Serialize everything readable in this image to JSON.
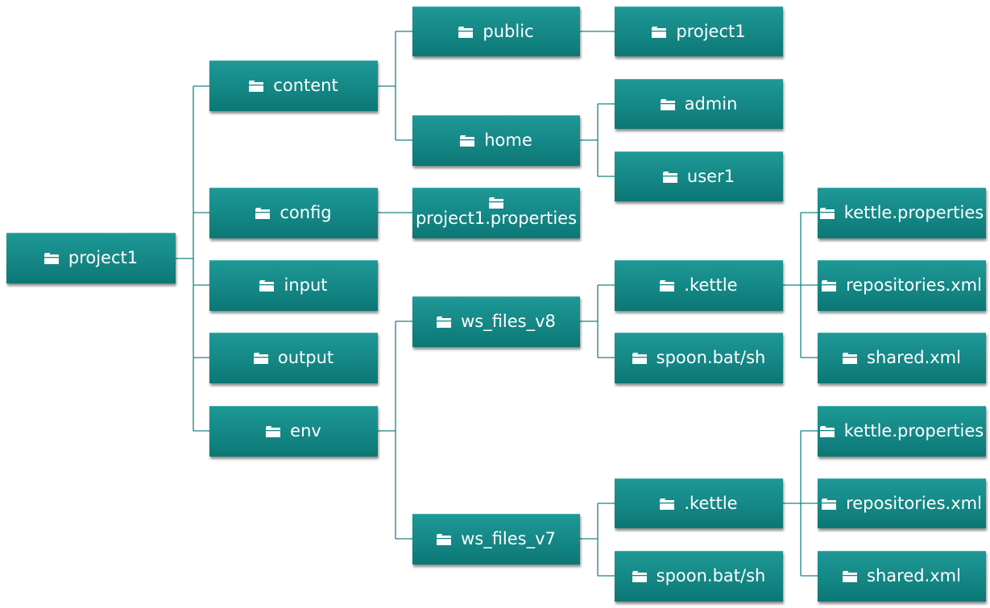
{
  "colors": {
    "node_fill": "#148785",
    "connector": "#1a8384",
    "text": "#ffffff"
  },
  "icon": "folder-icon",
  "tree": {
    "root": "project1",
    "content": "content",
    "content_public": "public",
    "content_public_project1": "project1",
    "content_home": "home",
    "content_home_admin": "admin",
    "content_home_user1": "user1",
    "config": "config",
    "config_properties": "project1.properties",
    "input": "input",
    "output": "output",
    "env": "env",
    "ws_v8": "ws_files_v8",
    "ws_v8_kettle": ".kettle",
    "ws_v8_spoon": "spoon.bat/sh",
    "ws_v8_kettle_properties": "kettle.properties",
    "ws_v8_repositories": "repositories.xml",
    "ws_v8_shared": "shared.xml",
    "ws_v7": "ws_files_v7",
    "ws_v7_kettle": ".kettle",
    "ws_v7_spoon": "spoon.bat/sh",
    "ws_v7_kettle_properties": "kettle.properties",
    "ws_v7_repositories": "repositories.xml",
    "ws_v7_shared": "shared.xml"
  }
}
